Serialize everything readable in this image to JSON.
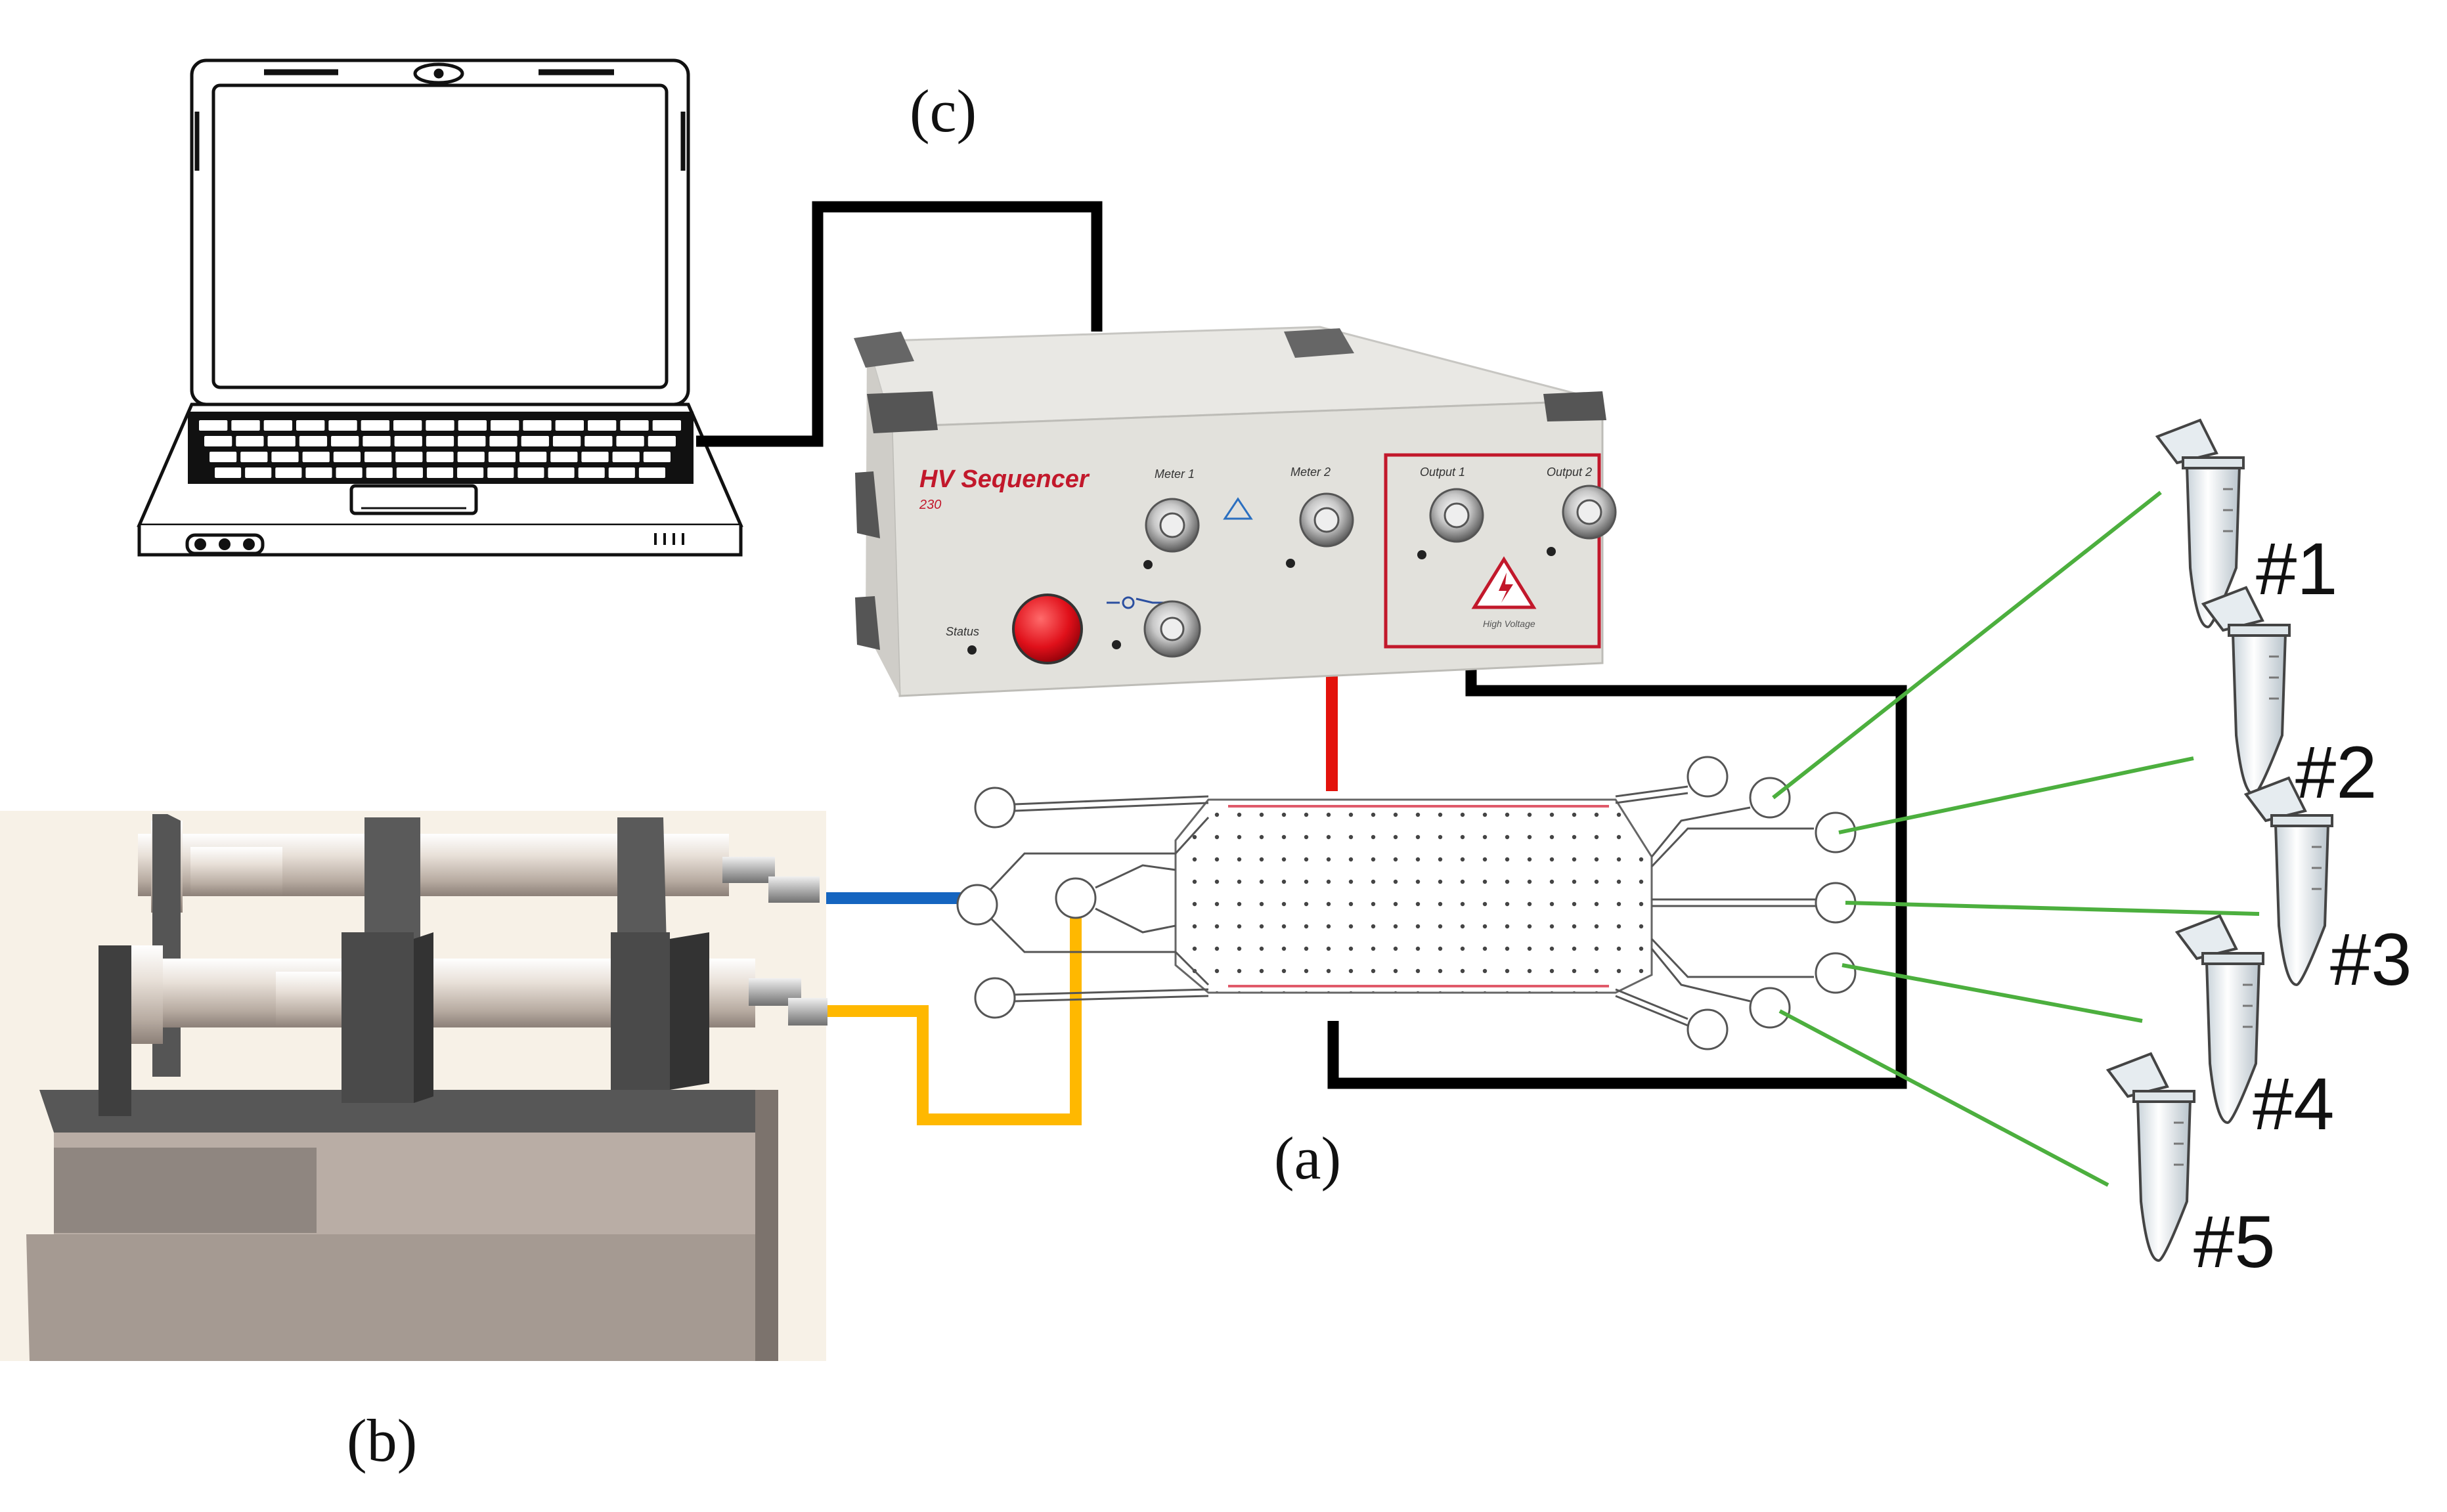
{
  "labels": {
    "chip": "(a)",
    "syringe_pump": "(b)",
    "laptop_link": "(c)"
  },
  "sequencer": {
    "brand": "HV Sequencer",
    "model": "230",
    "meter1": "Meter 1",
    "meter2": "Meter 2",
    "output1": "Output 1",
    "output2": "Output 2",
    "status": "Status",
    "warning": "High Voltage"
  },
  "tubes": [
    "#1",
    "#2",
    "#3",
    "#4",
    "#5"
  ],
  "colors": {
    "cable_black": "#000000",
    "hv_wire_red": "#e3120b",
    "tube_blue": "#1565c0",
    "tube_yellow": "#ffb800",
    "outlet_green": "#4caf3e",
    "chip_red_line": "#e05a6a",
    "device_body": "#e4e2dd",
    "hv_panel_border": "#c2182b"
  },
  "icons": [
    "laptop-icon",
    "hv-sequencer-icon",
    "syringe-pump-icon",
    "microfluidic-chip-icon",
    "tube-icon",
    "high-voltage-warning-icon"
  ]
}
